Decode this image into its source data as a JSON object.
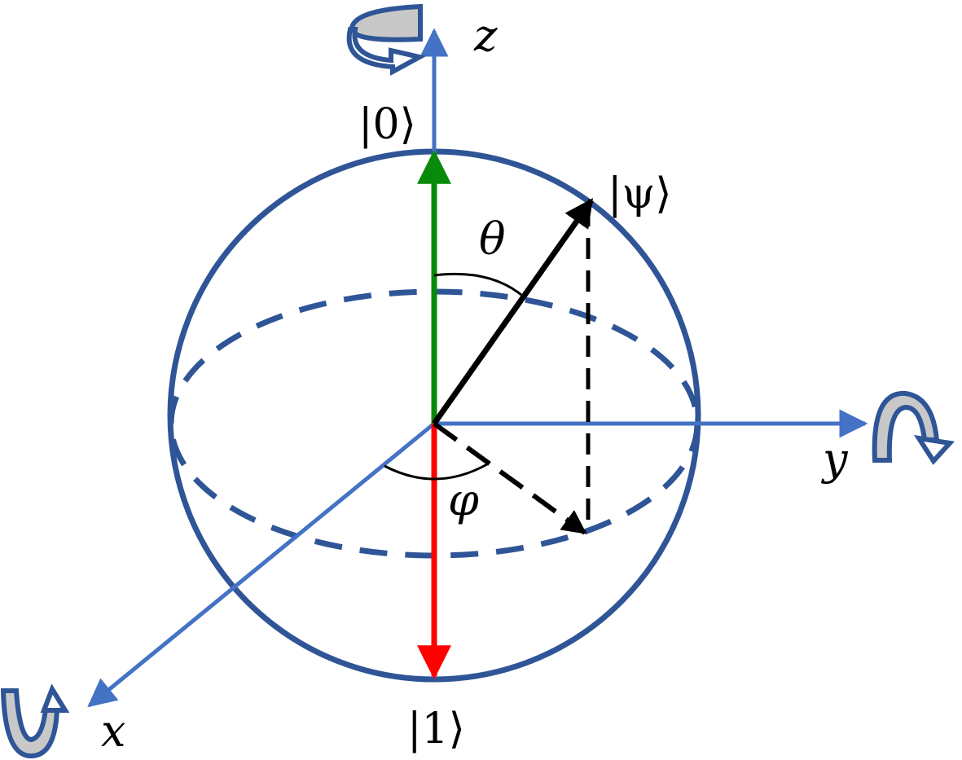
{
  "diagram": {
    "axes": {
      "x_label": "x",
      "y_label": "y",
      "z_label": "z"
    },
    "states": {
      "zero": "|0⟩",
      "one": "|1⟩",
      "psi": "|ψ⟩"
    },
    "angles": {
      "theta": "θ",
      "phi": "φ"
    },
    "colors": {
      "axis": "#4472c4",
      "sphere": "#2f5597",
      "zero_vector": "#0a8a0a",
      "one_vector": "#ff0000",
      "state_vector": "#000000",
      "rotation_fill": "#c8c8c8"
    }
  }
}
